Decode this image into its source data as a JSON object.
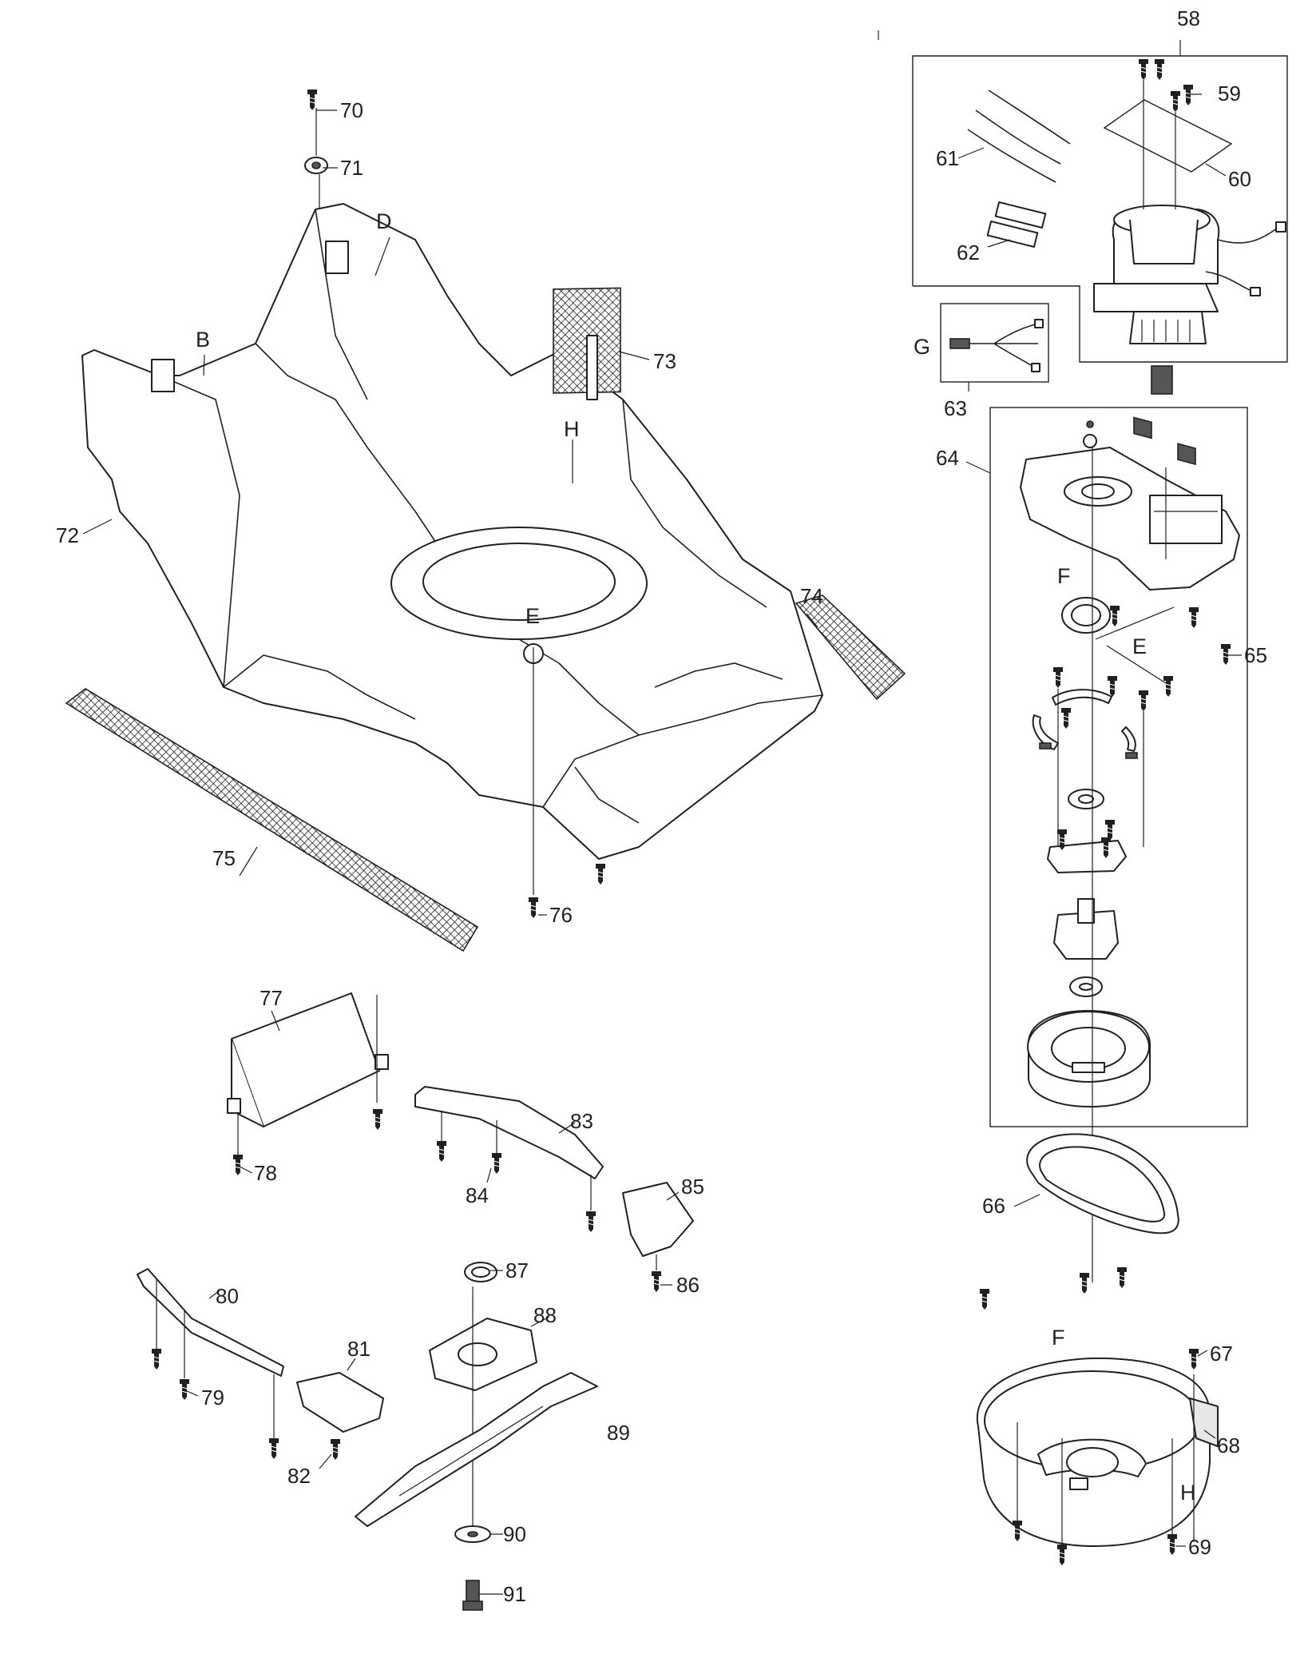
{
  "colors": {
    "line": "#231f20",
    "background": "#ffffff",
    "shade": "#e8e8e8",
    "dark": "#555555"
  },
  "callouts": {
    "c58": "58",
    "c59": "59",
    "c60": "60",
    "c61": "61",
    "c62": "62",
    "c63": "63",
    "c64": "64",
    "c65": "65",
    "c66": "66",
    "c67": "67",
    "c68": "68",
    "c69": "69",
    "c70": "70",
    "c71": "71",
    "c72": "72",
    "c73": "73",
    "c74": "74",
    "c75": "75",
    "c76": "76",
    "c77": "77",
    "c78": "78",
    "c79": "79",
    "c80": "80",
    "c81": "81",
    "c82": "82",
    "c83": "83",
    "c84": "84",
    "c85": "85",
    "c86": "86",
    "c87": "87",
    "c88": "88",
    "c89": "89",
    "c90": "90",
    "c91": "91"
  },
  "letters": {
    "B": "B",
    "D": "D",
    "E1": "E",
    "E2": "E",
    "F1": "F",
    "F2": "F",
    "G": "G",
    "H1": "H",
    "H2": "H"
  },
  "icons": [
    "screw-icon",
    "bolt-icon",
    "washer-icon"
  ]
}
